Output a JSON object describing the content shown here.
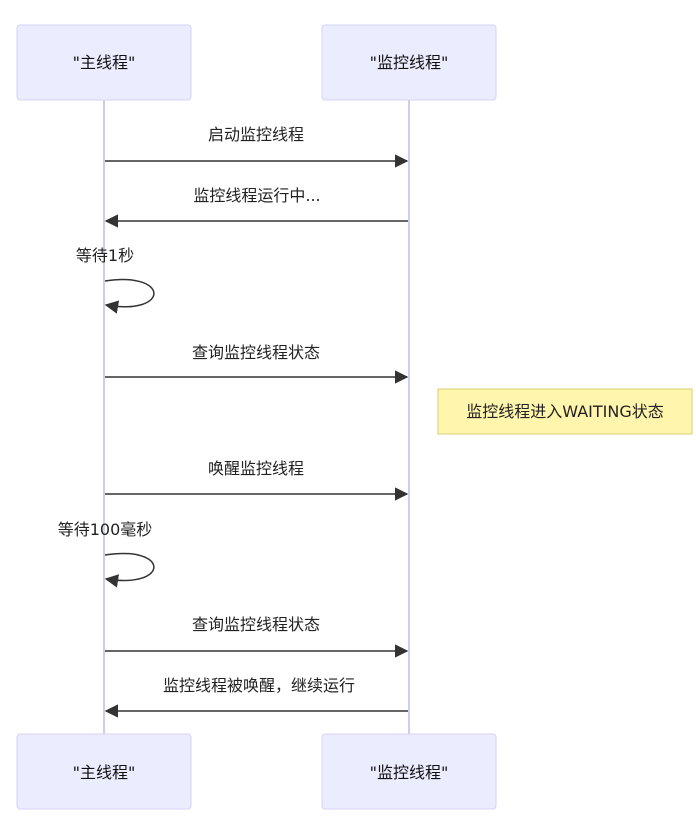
{
  "participants": {
    "main": "\"主线程\"",
    "monitor": "\"监控线程\""
  },
  "messages": {
    "m1": "启动监控线程",
    "m2": "监控线程运行中...",
    "m3": "等待1秒",
    "m4": "查询监控线程状态",
    "m5": "唤醒监控线程",
    "m6": "等待100毫秒",
    "m7": "查询监控线程状态",
    "m8": "监控线程被唤醒，继续运行"
  },
  "note": "监控线程进入WAITING状态",
  "colors": {
    "actor_fill": "#ECECFF",
    "actor_stroke": "#D3D3F5",
    "lifeline": "#CDCDEF",
    "note_fill": "#FFF5AD",
    "note_stroke": "#D9CF73",
    "arrow": "#333333"
  }
}
